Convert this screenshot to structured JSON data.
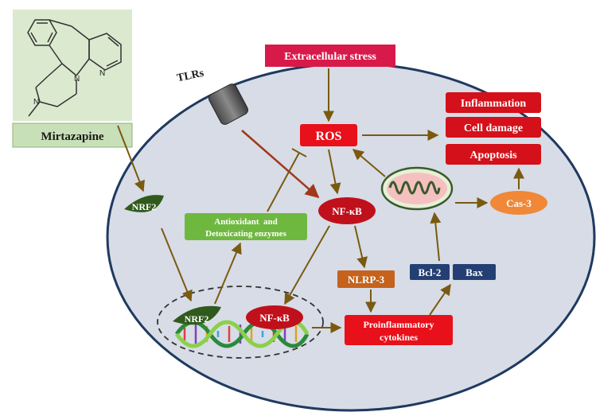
{
  "drug": {
    "name": "Mirtazapine",
    "structure": "tetracyclic-molecule-structure"
  },
  "labels": {
    "tlrs": "TLRs",
    "extracellular_stress": "Extracellular stress",
    "ros": "ROS",
    "inflammation": "Inflammation",
    "cell_damage": "Cell damage",
    "apoptosis": "Apoptosis",
    "nrf2": "NRF2",
    "antioxidant_line1": "Antioxidant  and",
    "antioxidant_line2": "Detoxicating enzymes",
    "nfkb": "NF-κB",
    "nrf2_nucleus": "NRF2",
    "nfkb_nucleus": "NF-κB",
    "nlrp3": "NLRP-3",
    "bcl2": "Bcl-2",
    "bax": "Bax",
    "cas3": "Cas-3",
    "proinflammatory_line1": "Proinflammatory",
    "proinflammatory_line2": "cytokines"
  },
  "icons": [
    "tlr-receptor-icon",
    "mitochondrion-icon",
    "dna-double-helix-icon"
  ],
  "colors": {
    "cell_fill": "#d7dce6",
    "cell_stroke": "#1f3a60",
    "red_box": "#e8101a",
    "crimson_box": "#d81a4a",
    "dark_green": "#2f5a1c",
    "light_green": "#6fb840",
    "orange": "#c5621c",
    "navy": "#243f73",
    "cas3_orange": "#f08838",
    "arrow": "#7a5a10",
    "molecule_bg": "#dbe9cf"
  }
}
